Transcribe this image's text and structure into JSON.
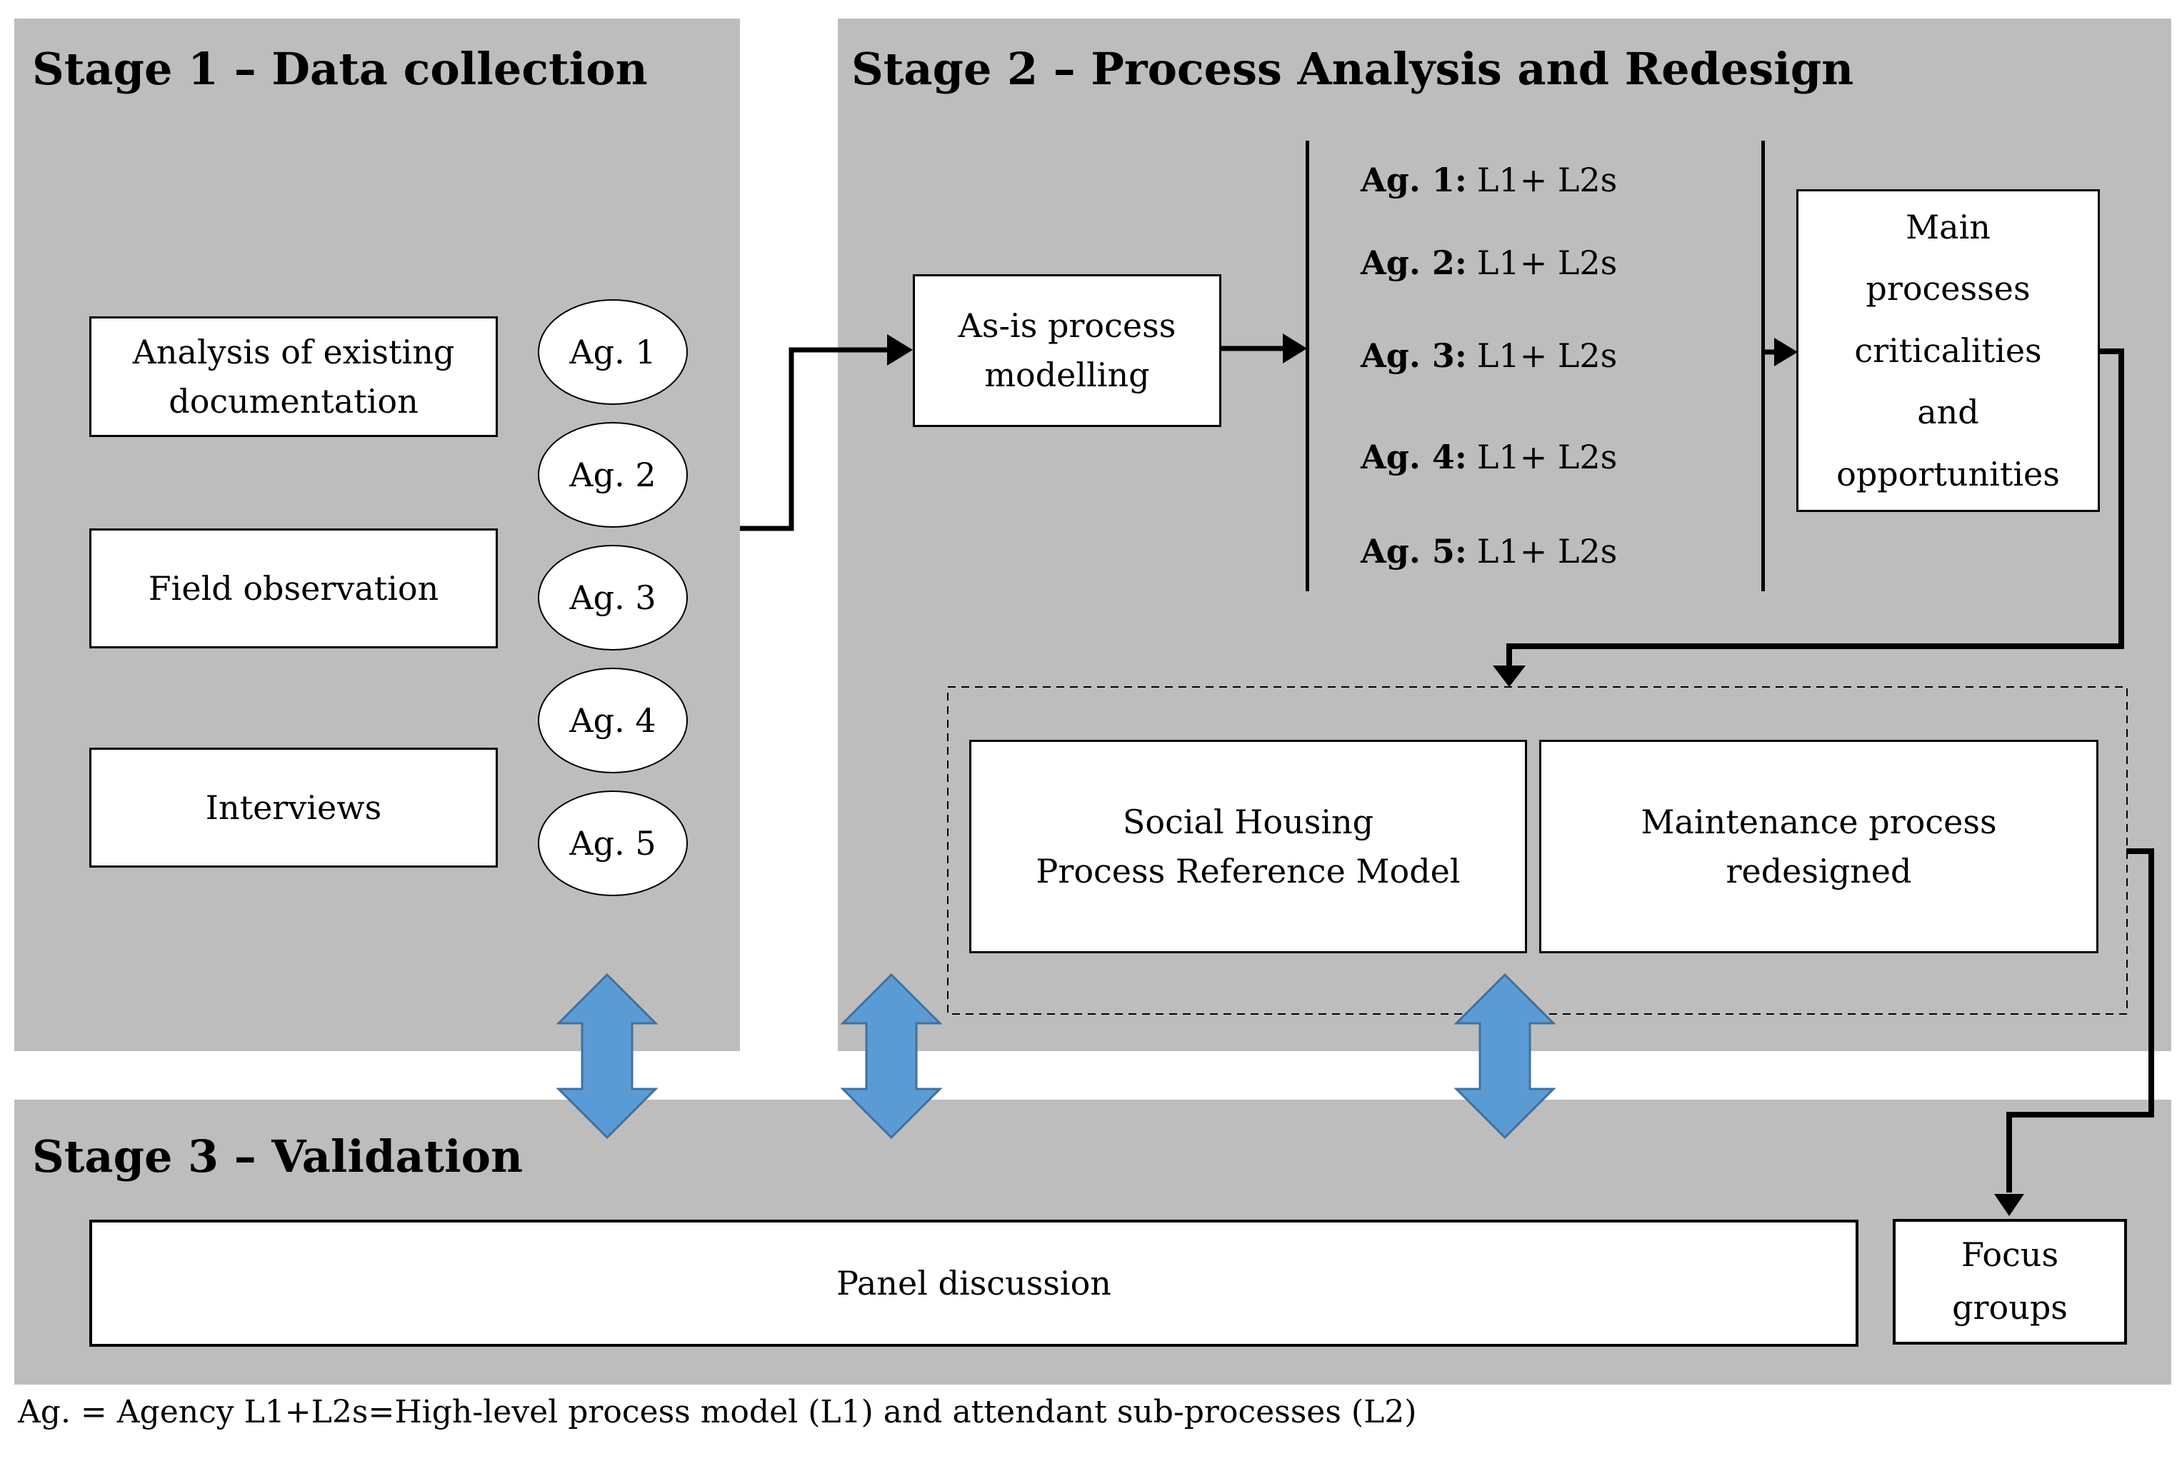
{
  "colors": {
    "panel_gray": "#BDBDBD",
    "arrow_blue": "#5B9BD5",
    "arrow_blue_border": "#41719C",
    "line_black": "#000000"
  },
  "stage1": {
    "title": "Stage 1 – Data collection",
    "method_boxes": [
      "Analysis of existing\ndocumentation",
      "Field observation",
      "Interviews"
    ],
    "agencies": [
      "Ag. 1",
      "Ag. 2",
      "Ag. 3",
      "Ag. 4",
      "Ag. 5"
    ]
  },
  "stage2": {
    "title": "Stage 2 – Process Analysis and Redesign",
    "asis_box": "As-is process\nmodelling",
    "agency_models": [
      {
        "label": "Ag. 1:",
        "value": "L1+ L2s"
      },
      {
        "label": "Ag. 2:",
        "value": "L1+ L2s"
      },
      {
        "label": "Ag. 3:",
        "value": "L1+ L2s"
      },
      {
        "label": "Ag. 4:",
        "value": "L1+ L2s"
      },
      {
        "label": "Ag. 5:",
        "value": "L1+ L2s"
      }
    ],
    "criticalities_box": "Main\nprocesses\ncriticalities\nand\nopportunities",
    "reference_model_box": "Social Housing\nProcess Reference Model",
    "maintenance_box": "Maintenance process\nredesigned"
  },
  "stage3": {
    "title": "Stage 3 – Validation",
    "panel_box": "Panel discussion",
    "focus_box": "Focus\ngroups"
  },
  "footnote": "Ag. = Agency L1+L2s=High-level process model (L1) and attendant sub-processes (L2)"
}
